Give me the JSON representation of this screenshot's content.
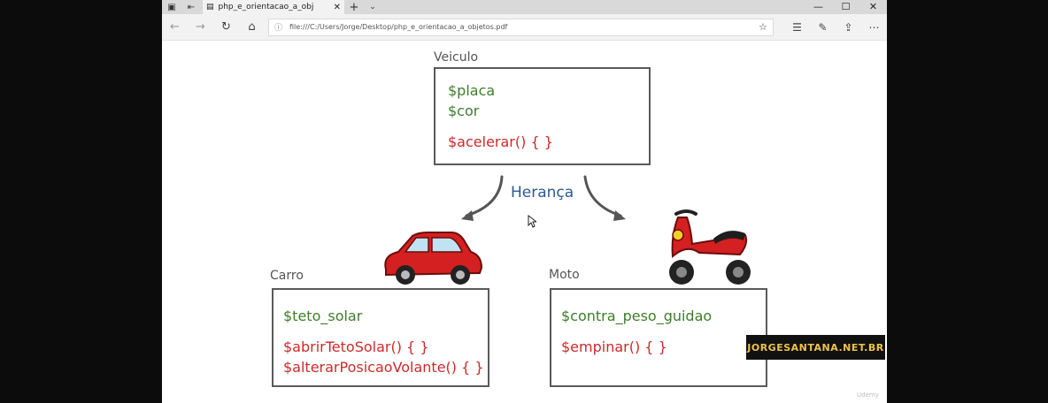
{
  "browser": {
    "tab_title": "php_e_orientacao_a_obj",
    "url": "file:///C:/Users/Jorge/Desktop/php_e_orientacao_a_objetos.pdf"
  },
  "diagram": {
    "parent": {
      "name": "Veiculo",
      "properties": [
        "$placa",
        "$cor"
      ],
      "methods": [
        "$acelerar() { }"
      ]
    },
    "relation": "Herança",
    "children": [
      {
        "name": "Carro",
        "properties": [
          "$teto_solar"
        ],
        "methods": [
          "$abrirTetoSolar() { }",
          "$alterarPosicaoVolante() { }"
        ]
      },
      {
        "name": "Moto",
        "properties": [
          "$contra_peso_guidao"
        ],
        "methods": [
          "$empinar() { }"
        ]
      }
    ]
  },
  "watermark": "JORGESANTANA.NET.BR",
  "footer_logo": "Udemy",
  "colors": {
    "property": "#3f7d2a",
    "method": "#cc2a2a",
    "relation": "#2d5a8e",
    "watermark": "#f0c24a"
  }
}
